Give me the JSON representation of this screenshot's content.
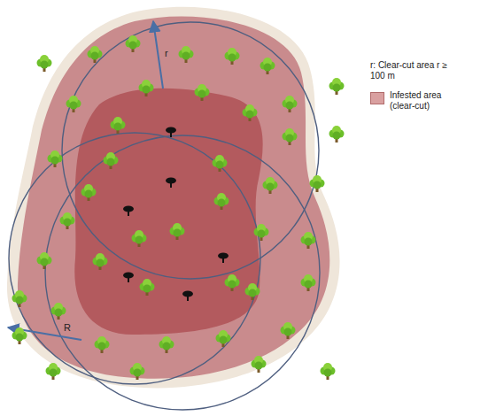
{
  "diagram": {
    "labels": [
      "r",
      "R",
      "r: Clear-cut area r ≥ 100 m"
    ],
    "legend": [
      {
        "text": "Infested area (clear-cut)",
        "color": "#d9a0a0"
      }
    ]
  }
}
